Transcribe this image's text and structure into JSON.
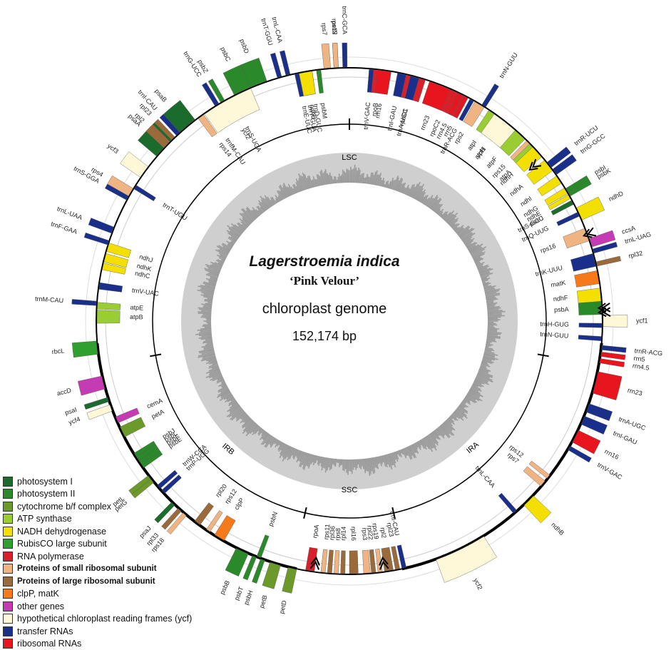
{
  "title": {
    "species": "Lagerstroemia indica",
    "cultivar": "‘Pink Velour’",
    "subtitle": "chloroplast genome",
    "size": "152,174 bp"
  },
  "regions": {
    "lsc": "LSC",
    "ira": "IRA",
    "ssc": "SSC",
    "irb": "IRB"
  },
  "legend": [
    {
      "label": "photosystem I",
      "color": "#1b6b2c"
    },
    {
      "label": "photosystem II",
      "color": "#2a8a2a"
    },
    {
      "label": "cytochrome b/f complex",
      "color": "#6b9a2a"
    },
    {
      "label": "ATP synthase",
      "color": "#9acd32"
    },
    {
      "label": "NADH dehydrogenase",
      "color": "#f4e000"
    },
    {
      "label": "RubisCO large subunit",
      "color": "#2fa02f"
    },
    {
      "label": "RNA polymerase",
      "color": "#d8202a"
    },
    {
      "label": "Proteins of small ribosomal subunit",
      "color": "#f0b483",
      "bold": true
    },
    {
      "label": "Proteins of large ribosomal subunit",
      "color": "#9a6a3a",
      "bold": true
    },
    {
      "label": "clpP, matK",
      "color": "#f77a1a"
    },
    {
      "label": "other genes",
      "color": "#c43bb3"
    },
    {
      "label": "hypothetical chloroplast reading frames (ycf)",
      "color": "#fff8d8"
    },
    {
      "label": "transfer RNAs",
      "color": "#1a2f8a"
    },
    {
      "label": "ribosomal RNAs",
      "color": "#e8141e"
    }
  ],
  "genes": [
    {
      "name": "psbA",
      "a": 87,
      "w": 3,
      "c": "#2a8a2a",
      "out": false
    },
    {
      "name": "trnH-GUG",
      "a": 91,
      "w": 1,
      "c": "#1a2f8a",
      "out": false
    },
    {
      "name": "matK",
      "a": 80,
      "w": 3,
      "c": "#f77a1a",
      "out": false
    },
    {
      "name": "trnK-UUU",
      "a": 76,
      "w": 3,
      "c": "#1a2f8a",
      "out": false
    },
    {
      "name": "rps16",
      "a": 70,
      "w": 3,
      "c": "#f0b483",
      "out": false
    },
    {
      "name": "trnQ-UUG",
      "a": 65,
      "w": 1,
      "c": "#1a2f8a",
      "out": false
    },
    {
      "name": "trnS-GCU",
      "a": 62,
      "w": 1,
      "c": "#1a2f8a",
      "out": false
    },
    {
      "name": "psbK",
      "a": 60,
      "w": 1,
      "c": "#2a8a2a",
      "out": true
    },
    {
      "name": "psbI",
      "a": 59,
      "w": 1,
      "c": "#2a8a2a",
      "out": true
    },
    {
      "name": "trnG-GCC",
      "a": 54,
      "w": 1.5,
      "c": "#1a2f8a",
      "out": true
    },
    {
      "name": "trnR-UCU",
      "a": 52,
      "w": 1.5,
      "c": "#1a2f8a",
      "out": true
    },
    {
      "name": "atpA",
      "a": 47,
      "w": 4,
      "c": "#9acd32",
      "out": false
    },
    {
      "name": "atpF",
      "a": 42,
      "w": 4,
      "c": "#9acd32",
      "out": false
    },
    {
      "name": "atpH",
      "a": 38,
      "w": 1,
      "c": "#9acd32",
      "out": false
    },
    {
      "name": "atpI",
      "a": 35,
      "w": 3,
      "c": "#9acd32",
      "out": false
    },
    {
      "name": "rps2",
      "a": 31,
      "w": 2.5,
      "c": "#f0b483",
      "out": false
    },
    {
      "name": "rpoC2",
      "a": 24,
      "w": 6,
      "c": "#d8202a",
      "out": false
    },
    {
      "name": "rpoC1",
      "a": 15,
      "w": 5,
      "c": "#d8202a",
      "out": false
    },
    {
      "name": "rpoB",
      "a": 7,
      "w": 5,
      "c": "#d8202a",
      "out": false
    },
    {
      "name": "trnC-GCA",
      "a": -1,
      "w": 1,
      "c": "#1a2f8a",
      "out": true
    },
    {
      "name": "petN",
      "a": -3,
      "w": 1,
      "c": "#6b9a2a",
      "out": true
    },
    {
      "name": "psbM",
      "a": -7,
      "w": 1,
      "c": "#2a8a2a",
      "out": false
    },
    {
      "name": "trnD-GUC",
      "a": -9,
      "w": 1,
      "c": "#1a2f8a",
      "out": false
    },
    {
      "name": "trnY-GUA",
      "a": -10.5,
      "w": 1,
      "c": "#1a2f8a",
      "out": false
    },
    {
      "name": "trnE-UUC",
      "a": -12,
      "w": 1,
      "c": "#1a2f8a",
      "out": false
    },
    {
      "name": "trnT-GGU",
      "a": -16,
      "w": 1,
      "c": "#1a2f8a",
      "out": true
    },
    {
      "name": "psbD",
      "a": -21,
      "w": 4,
      "c": "#2a8a2a",
      "out": true
    },
    {
      "name": "psbC",
      "a": -25,
      "w": 4,
      "c": "#2a8a2a",
      "out": true
    },
    {
      "name": "trnS-UGA",
      "a": -28,
      "w": 1,
      "c": "#1a2f8a",
      "out": false
    },
    {
      "name": "psbZ",
      "a": -30,
      "w": 1,
      "c": "#2a8a2a",
      "out": true
    },
    {
      "name": "trnG-UCC",
      "a": -31.5,
      "w": 1,
      "c": "#1a2f8a",
      "out": true
    },
    {
      "name": "trnfM-CAU",
      "a": -34,
      "w": 1,
      "c": "#1a2f8a",
      "out": false
    },
    {
      "name": "rps14",
      "a": -36,
      "w": 1.5,
      "c": "#f0b483",
      "out": false
    },
    {
      "name": "psaB",
      "a": -40,
      "w": 5,
      "c": "#1b6b2c",
      "out": true
    },
    {
      "name": "psaA",
      "a": -47,
      "w": 5,
      "c": "#1b6b2c",
      "out": true
    },
    {
      "name": "ycf3",
      "a": -54,
      "w": 3,
      "c": "#fff8d8",
      "out": true
    },
    {
      "name": "trnT-UGU",
      "a": -58,
      "w": 1,
      "c": "#1a2f8a",
      "out": false
    },
    {
      "name": "rps4",
      "a": -59.5,
      "w": 2,
      "c": "#f0b483",
      "out": true
    },
    {
      "name": "trnS-GGA",
      "a": -61,
      "w": 1,
      "c": "#1a2f8a",
      "out": true
    },
    {
      "name": "trnL-UAA",
      "a": -69,
      "w": 1.5,
      "c": "#1a2f8a",
      "out": true
    },
    {
      "name": "trnF-GAA",
      "a": -72,
      "w": 1,
      "c": "#1a2f8a",
      "out": true
    },
    {
      "name": "ndhJ",
      "a": -73,
      "w": 2,
      "c": "#f4e000",
      "out": false
    },
    {
      "name": "ndhK",
      "a": -75.5,
      "w": 2,
      "c": "#f4e000",
      "out": false
    },
    {
      "name": "ndhC",
      "a": -77.5,
      "w": 1.5,
      "c": "#f4e000",
      "out": false
    },
    {
      "name": "trnV-UAC",
      "a": -82,
      "w": 1.5,
      "c": "#1a2f8a",
      "out": false
    },
    {
      "name": "trnM-CAU",
      "a": -86,
      "w": 1,
      "c": "#1a2f8a",
      "out": true
    },
    {
      "name": "atpE",
      "a": -86.5,
      "w": 1.5,
      "c": "#9acd32",
      "out": false
    },
    {
      "name": "atpB",
      "a": -89,
      "w": 3,
      "c": "#9acd32",
      "out": false
    },
    {
      "name": "rbcL",
      "a": -96,
      "w": 3,
      "c": "#2fa02f",
      "out": true
    },
    {
      "name": "accD",
      "a": -104,
      "w": 3,
      "c": "#c43bb3",
      "out": true
    },
    {
      "name": "psaI",
      "a": -108,
      "w": 1,
      "c": "#1b6b2c",
      "out": true
    },
    {
      "name": "ycf4",
      "a": -110,
      "w": 1.5,
      "c": "#fff8d8",
      "out": true
    },
    {
      "name": "cemA",
      "a": -113,
      "w": 1.5,
      "c": "#c43bb3",
      "out": false
    },
    {
      "name": "petA",
      "a": -116,
      "w": 2.5,
      "c": "#6b9a2a",
      "out": false
    },
    {
      "name": "psbJ",
      "a": -122,
      "w": 1,
      "c": "#2a8a2a",
      "out": false
    },
    {
      "name": "psbL",
      "a": -123,
      "w": 1,
      "c": "#2a8a2a",
      "out": false
    },
    {
      "name": "psbF",
      "a": -124,
      "w": 1,
      "c": "#2a8a2a",
      "out": false
    },
    {
      "name": "psbE",
      "a": -125,
      "w": 1,
      "c": "#2a8a2a",
      "out": false
    },
    {
      "name": "petL",
      "a": -128,
      "w": 1,
      "c": "#6b9a2a",
      "out": true
    },
    {
      "name": "petG",
      "a": -129,
      "w": 1,
      "c": "#6b9a2a",
      "out": true
    },
    {
      "name": "trnW-CCA",
      "a": -131,
      "w": 1,
      "c": "#1a2f8a",
      "out": false
    },
    {
      "name": "trnP-UGG",
      "a": -132.5,
      "w": 1,
      "c": "#1a2f8a",
      "out": false
    },
    {
      "name": "psaJ",
      "a": -136,
      "w": 1,
      "c": "#1b6b2c",
      "out": true
    },
    {
      "name": "rpl33",
      "a": -138,
      "w": 1,
      "c": "#9a6a3a",
      "out": true
    },
    {
      "name": "rps18",
      "a": -139.5,
      "w": 1,
      "c": "#f0b483",
      "out": true
    },
    {
      "name": "rpl20",
      "a": -143,
      "w": 1.5,
      "c": "#9a6a3a",
      "out": false
    },
    {
      "name": "rps12",
      "a": -146,
      "w": 1,
      "c": "#f0b483",
      "out": false
    },
    {
      "name": "clpP",
      "a": -149,
      "w": 2.5,
      "c": "#f77a1a",
      "out": false
    },
    {
      "name": "psbB",
      "a": -155,
      "w": 3,
      "c": "#2a8a2a",
      "out": true
    },
    {
      "name": "psbT",
      "a": -158,
      "w": 1,
      "c": "#2a8a2a",
      "out": true
    },
    {
      "name": "psbN",
      "a": -159,
      "w": 1,
      "c": "#2a8a2a",
      "out": false
    },
    {
      "name": "psbH",
      "a": -160,
      "w": 1,
      "c": "#2a8a2a",
      "out": true
    },
    {
      "name": "petB",
      "a": -163,
      "w": 2.5,
      "c": "#6b9a2a",
      "out": true
    },
    {
      "name": "petD",
      "a": -167,
      "w": 2,
      "c": "#6b9a2a",
      "out": true
    },
    {
      "name": "rpoA",
      "a": -171,
      "w": 2,
      "c": "#d8202a",
      "out": false
    },
    {
      "name": "rps11",
      "a": -174,
      "w": 1,
      "c": "#f0b483",
      "out": false
    },
    {
      "name": "rpl36",
      "a": -175.5,
      "w": 1,
      "c": "#9a6a3a",
      "out": false
    },
    {
      "name": "rps8",
      "a": -177,
      "w": 1,
      "c": "#f0b483",
      "out": false
    },
    {
      "name": "rpl14",
      "a": -178.5,
      "w": 1,
      "c": "#9a6a3a",
      "out": false
    },
    {
      "name": "rpl16",
      "a": -181,
      "w": 2,
      "c": "#9a6a3a",
      "out": false
    },
    {
      "name": "rps3",
      "a": -184,
      "w": 1.5,
      "c": "#f0b483",
      "out": false
    },
    {
      "name": "rpl22",
      "a": -185.5,
      "w": 1,
      "c": "#9a6a3a",
      "out": false
    },
    {
      "name": "rps19",
      "a": -187,
      "w": 1,
      "c": "#f0b483",
      "out": false
    },
    {
      "name": "rpl2",
      "a": -189,
      "w": 2,
      "c": "#9a6a3a",
      "out": false
    },
    {
      "name": "rpl23",
      "a": -191,
      "w": 1,
      "c": "#9a6a3a",
      "out": false
    },
    {
      "name": "trnI-CAU",
      "a": -192.5,
      "w": 1,
      "c": "#1a2f8a",
      "out": false
    },
    {
      "name": "ycf2",
      "a": -206,
      "w": 12,
      "c": "#fff8d8",
      "out": true
    },
    {
      "name": "trnL-CAA",
      "a": -221,
      "w": 1,
      "c": "#1a2f8a",
      "out": false
    },
    {
      "name": "ndhB",
      "a": -225,
      "w": 3,
      "c": "#f4e000",
      "out": true
    },
    {
      "name": "rps7",
      "a": -230,
      "w": 1.5,
      "c": "#f0b483",
      "out": false
    },
    {
      "name": "rps12",
      "a": -232,
      "w": 1,
      "c": "#f0b483",
      "out": false
    },
    {
      "name": "trnV-GAC",
      "a": -240,
      "w": 1,
      "c": "#1a2f8a",
      "out": true
    },
    {
      "name": "rrn16",
      "a": -243,
      "w": 3,
      "c": "#e8141e",
      "out": true
    },
    {
      "name": "trnI-GAU",
      "a": -247,
      "w": 2,
      "c": "#1a2f8a",
      "out": true
    },
    {
      "name": "trnA-UGC",
      "a": -250,
      "w": 2,
      "c": "#1a2f8a",
      "out": true
    },
    {
      "name": "rrn23",
      "a": -256,
      "w": 5,
      "c": "#e8141e",
      "out": true
    },
    {
      "name": "rrn4.5",
      "a": -261,
      "w": 1,
      "c": "#e8141e",
      "out": true
    },
    {
      "name": "rrn5",
      "a": -262.5,
      "w": 1,
      "c": "#e8141e",
      "out": true
    },
    {
      "name": "trnR-ACG",
      "a": -264,
      "w": 1,
      "c": "#1a2f8a",
      "out": true
    },
    {
      "name": "trnN-GUU",
      "a": -266,
      "w": 1,
      "c": "#1a2f8a",
      "out": false
    },
    {
      "name": "ycf1",
      "a": -270,
      "w": 2.5,
      "c": "#fff8d8",
      "out": true
    },
    {
      "name": "ndhF",
      "a": -276,
      "w": 3,
      "c": "#f4e000",
      "out": false
    },
    {
      "name": "rpl32",
      "a": -283,
      "w": 1,
      "c": "#9a6a3a",
      "out": true
    },
    {
      "name": "trnL-UAG",
      "a": -286,
      "w": 1,
      "c": "#1a2f8a",
      "out": true
    },
    {
      "name": "ccsA",
      "a": -288,
      "w": 2,
      "c": "#c43bb3",
      "out": true
    },
    {
      "name": "ndhD",
      "a": -295,
      "w": 3,
      "c": "#f4e000",
      "out": true
    },
    {
      "name": "psaC",
      "a": -298,
      "w": 1,
      "c": "#1b6b2c",
      "out": false
    },
    {
      "name": "ndhE",
      "a": -299.5,
      "w": 1,
      "c": "#f4e000",
      "out": false
    },
    {
      "name": "ndhG",
      "a": -301,
      "w": 1.5,
      "c": "#f4e000",
      "out": false
    },
    {
      "name": "ndhI",
      "a": -304,
      "w": 2,
      "c": "#f4e000",
      "out": false
    },
    {
      "name": "ndhA",
      "a": -308,
      "w": 3,
      "c": "#f4e000",
      "out": false
    },
    {
      "name": "ndhH",
      "a": -312,
      "w": 3,
      "c": "#f4e000",
      "out": false
    },
    {
      "name": "rps15",
      "a": -315,
      "w": 1,
      "c": "#f0b483",
      "out": false
    },
    {
      "name": "ycf1",
      "a": -322,
      "w": 6,
      "c": "#fff8d8",
      "out": false
    },
    {
      "name": "trnN-GUU",
      "a": -328,
      "w": 1,
      "c": "#1a2f8a",
      "out": true
    },
    {
      "name": "trnR-ACG",
      "a": -331,
      "w": 1,
      "c": "#1a2f8a",
      "out": false
    },
    {
      "name": "rrn5",
      "a": -332.5,
      "w": 1,
      "c": "#e8141e",
      "out": false
    },
    {
      "name": "rrn4.5",
      "a": -334,
      "w": 1,
      "c": "#e8141e",
      "out": false
    },
    {
      "name": "rrn23",
      "a": -339,
      "w": 5,
      "c": "#e8141e",
      "out": false
    },
    {
      "name": "trnA-UGC",
      "a": -345,
      "w": 2,
      "c": "#1a2f8a",
      "out": false
    },
    {
      "name": "trnI-GAU",
      "a": -348,
      "w": 2,
      "c": "#1a2f8a",
      "out": false
    },
    {
      "name": "rrn16",
      "a": -352,
      "w": 3,
      "c": "#e8141e",
      "out": false
    },
    {
      "name": "trnV-GAC",
      "a": -355,
      "w": 1,
      "c": "#1a2f8a",
      "out": false
    },
    {
      "name": "rps12",
      "a": -363,
      "w": 1,
      "c": "#f0b483",
      "out": true
    },
    {
      "name": "rps7",
      "a": -365,
      "w": 1.5,
      "c": "#f0b483",
      "out": true
    },
    {
      "name": "ndhB",
      "a": -370,
      "w": 3,
      "c": "#f4e000",
      "out": false
    },
    {
      "name": "trnL-CAA",
      "a": -374,
      "w": 1,
      "c": "#1a2f8a",
      "out": true
    },
    {
      "name": "ycf2",
      "a": -389,
      "w": 12,
      "c": "#fff8d8",
      "out": false
    },
    {
      "name": "trnI-CAU",
      "a": -402.5,
      "w": 1,
      "c": "#1a2f8a",
      "out": true
    },
    {
      "name": "rpl23",
      "a": -404,
      "w": 1,
      "c": "#9a6a3a",
      "out": true
    },
    {
      "name": "rpl2",
      "a": -406,
      "w": 2,
      "c": "#9a6a3a",
      "out": true
    }
  ]
}
